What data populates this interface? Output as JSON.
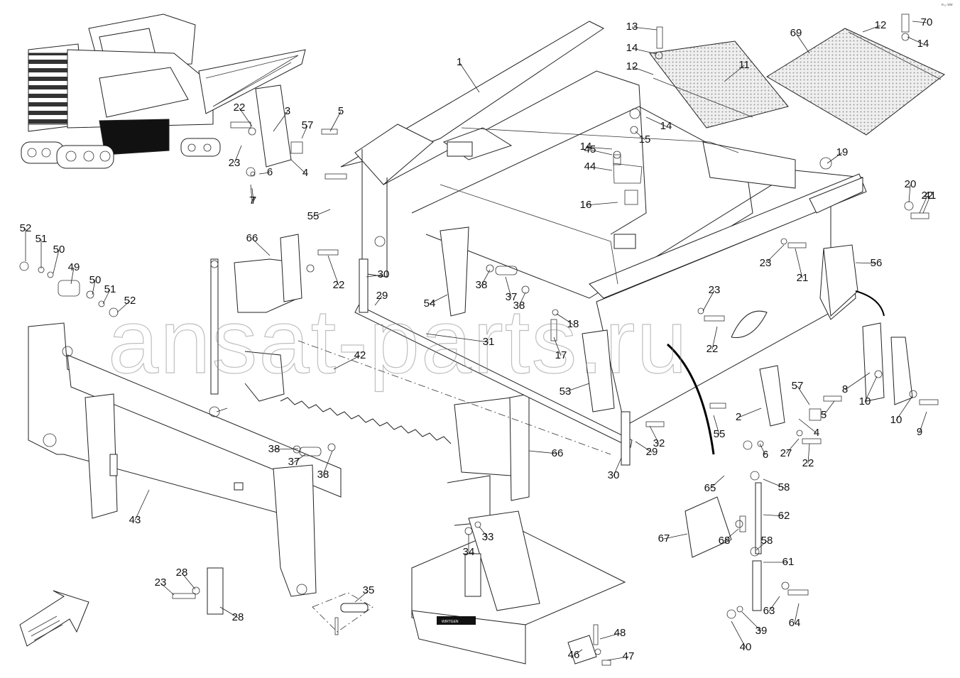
{
  "corner_mark": "e₀₀ ww",
  "watermark": "ansat-parts.ru",
  "badge_text": "WIRTGEN",
  "callouts": [
    "1",
    "2",
    "3",
    "4",
    "4",
    "5",
    "5",
    "6",
    "6",
    "7",
    "7",
    "8",
    "9",
    "10",
    "10",
    "11",
    "12",
    "12",
    "13",
    "14",
    "14",
    "14",
    "14",
    "15",
    "16",
    "17",
    "18",
    "19",
    "20",
    "21",
    "22",
    "22",
    "22",
    "22",
    "22",
    "23",
    "23",
    "23",
    "23",
    "27",
    "28",
    "28",
    "29",
    "29",
    "30",
    "30",
    "31",
    "32",
    "33",
    "34",
    "35",
    "37",
    "37",
    "38",
    "38",
    "38",
    "38",
    "39",
    "40",
    "41",
    "42",
    "43",
    "44",
    "45",
    "46",
    "47",
    "48",
    "49",
    "50",
    "50",
    "51",
    "51",
    "52",
    "52",
    "53",
    "54",
    "55",
    "55",
    "56",
    "57",
    "57",
    "58",
    "58",
    "61",
    "62",
    "63",
    "64",
    "65",
    "66",
    "66",
    "67",
    "68",
    "69",
    "70"
  ],
  "colors": {
    "line": "#222222",
    "mesh": "#dcdcdc",
    "watermark": "#8a8a8a",
    "panel": "#111111"
  }
}
